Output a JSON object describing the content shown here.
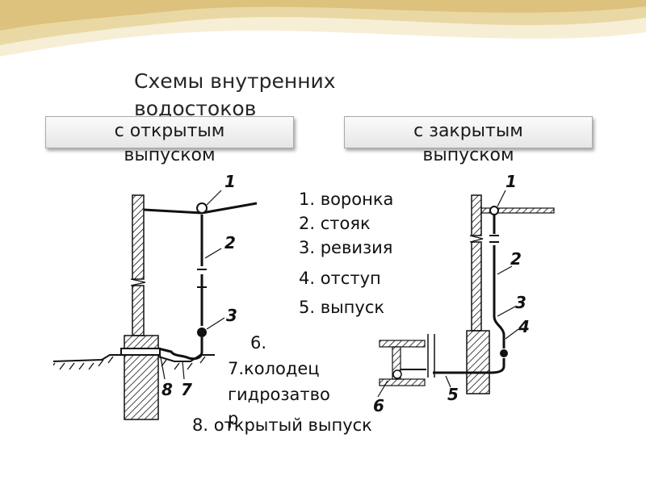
{
  "title": "Схемы внутренних водостоков",
  "tabs": {
    "open": {
      "line1": "с открытым",
      "line2": "выпуском"
    },
    "closed": {
      "line1": "с закрытым",
      "line2": "выпуском"
    }
  },
  "legend": {
    "item1": "1. воронка",
    "item2": "2. стояк",
    "item3": "3. ревизия",
    "item4": "4. отступ",
    "item5": "5. выпуск",
    "item6": "6.",
    "item7a": "7.колодец",
    "item7b": "гидрозатво",
    "item7c": "р",
    "item8": "8. открытый выпуск"
  },
  "diagram_labels": {
    "left": [
      "1",
      "2",
      "3",
      "8",
      "7"
    ],
    "right": [
      "1",
      "2",
      "3",
      "4",
      "5",
      "6"
    ]
  },
  "colors": {
    "swoosh_main": "#e9d9a6",
    "swoosh_light": "#f5ecd0",
    "tab_border": "#a9a9a9",
    "ink": "#111111"
  }
}
